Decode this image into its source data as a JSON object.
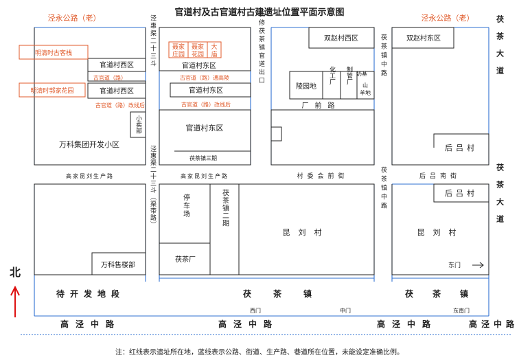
{
  "title": "官道村及古官道村古建遗址位置平面示意图",
  "top_roads": {
    "left": "泾永公路（老）",
    "right": "泾永公路（老）"
  },
  "blocks": {
    "guandaocun_west_1": "官道村西区",
    "guandaocun_west_2": "官道村西区",
    "mingqing_inn": "明清时古客栈",
    "mingqing_garden": "明清时郭家花园",
    "wanke_residential": "万科集团开发小区",
    "shop": "小卖部",
    "guandaocun_east_1": "官道村东区",
    "guandaocun_east_2": "官道村东区",
    "guandaocun_east_3": "官道村东区",
    "nie_jia_zhuang_yuan": "聂家庄园",
    "nie_jia_hua_yuan": "聂家花园",
    "da_miao": "大庙",
    "fucha_phase3": "茯茶镇三期",
    "shuangzhao_west": "双赵村西区",
    "shuangzhao_east": "双赵村东区",
    "lingyuan": "陵园地",
    "chemical_plant": "化工厂",
    "pharma_plant": "制管厂",
    "dairy_base": "奶基山羊地",
    "houlv_1": "后吕村",
    "houlv_2": "后吕村",
    "parking": "停车场",
    "fucha_factory": "茯茶厂",
    "fucha_phase2": "茯茶镇二期",
    "kunliu_1": "昆刘村",
    "kunliu_2": "昆刘村",
    "wanke_sales": "万科售楼部",
    "pending_land": "待开发地段",
    "fucha_town_1": "茯茶镇",
    "fucha_town_2": "茯茶镇"
  },
  "roads": {
    "old_road_1": "古官道（路）",
    "old_road_1_fix": "古官道（路）改线后",
    "old_road_2": "古官道（路）通高陵",
    "old_road_2_fix": "古官道（路）改线后",
    "canal_23": "泾惠渠二十三斗",
    "canal_23b": "泾惠渠二十三斗（渠带路）",
    "new_exit": "新修茯茶镇官道出口",
    "changqian_road": "厂前路",
    "fucha_town_road_1": "茯茶镇中路",
    "fucha_town_road_2": "茯茶镇中路",
    "fucha_avenue_1": "茯茶大道",
    "fucha_avenue_2": "茯茶大道",
    "production_road_1": "高家昆刘生产路",
    "production_road_2": "高家昆刘生产路",
    "village_front_st": "村委会前街",
    "houlv_south_st": "后吕南街",
    "gaojing_middle_1": "高泾中路",
    "gaojing_middle_2": "高泾中路",
    "gaojing_middle_3": "高泾中路",
    "gaojing_middle_4": "高泾中路"
  },
  "gates": {
    "west": "西门",
    "middle": "中门",
    "southeast": "东南门",
    "east": "东门"
  },
  "north_label": "北",
  "note": "注：红线表示遗址所在地，蓝线表示公路、街道、生产路、巷道所在位置，未能设定准确比例。",
  "colors": {
    "road_blue": "#2e6fd1",
    "site_red": "#e05a2a",
    "block_black": "#222222"
  }
}
